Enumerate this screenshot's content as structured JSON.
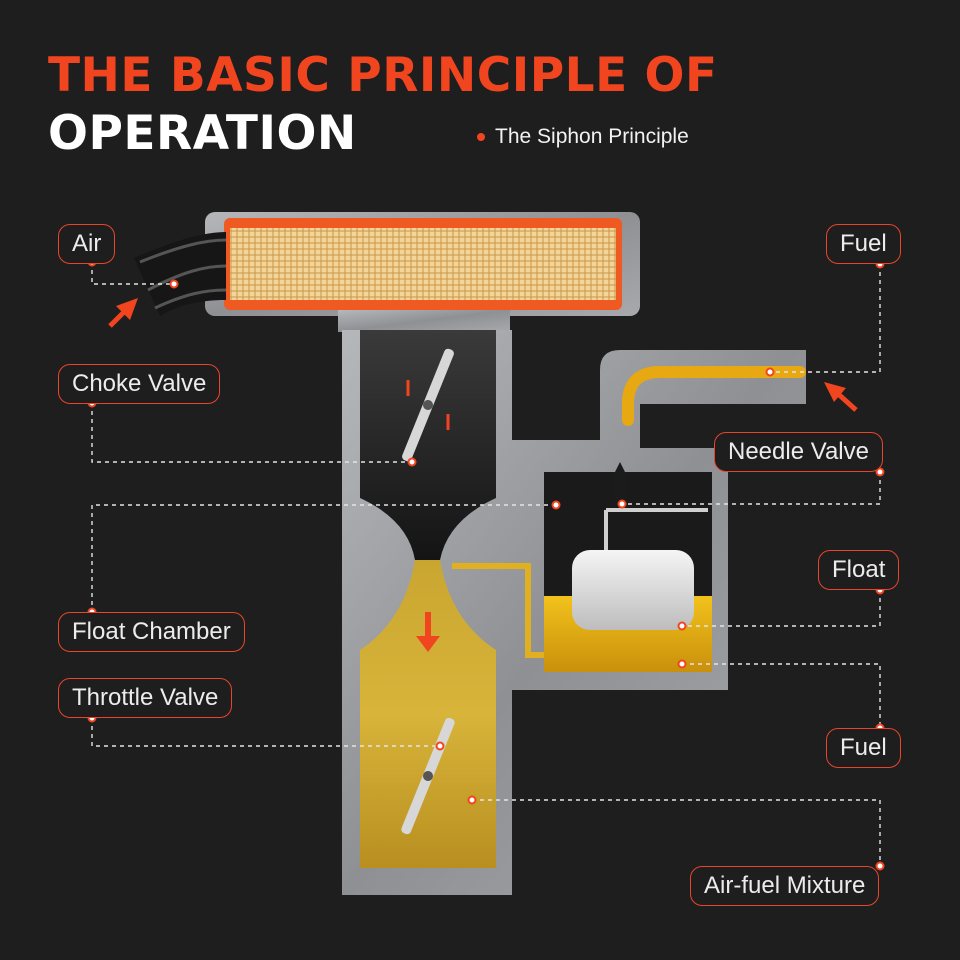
{
  "title": {
    "line1": "THE BASIC PRINCIPLE OF",
    "line2": "OPERATION"
  },
  "subtitle": "The Siphon Principle",
  "labels": {
    "air": "Air",
    "fuel_inlet": "Fuel",
    "choke_valve": "Choke Valve",
    "needle_valve": "Needle Valve",
    "float": "Float",
    "float_chamber": "Float Chamber",
    "throttle_valve": "Throttle Valve",
    "fuel_bowl": "Fuel",
    "air_fuel_mixture": "Air-fuel Mixture"
  },
  "colors": {
    "accent": "#f0451f",
    "filter": "#f0a83a",
    "fuel": "#e0b020",
    "metal": "#9a9c9f",
    "background": "#1e1e1e"
  }
}
